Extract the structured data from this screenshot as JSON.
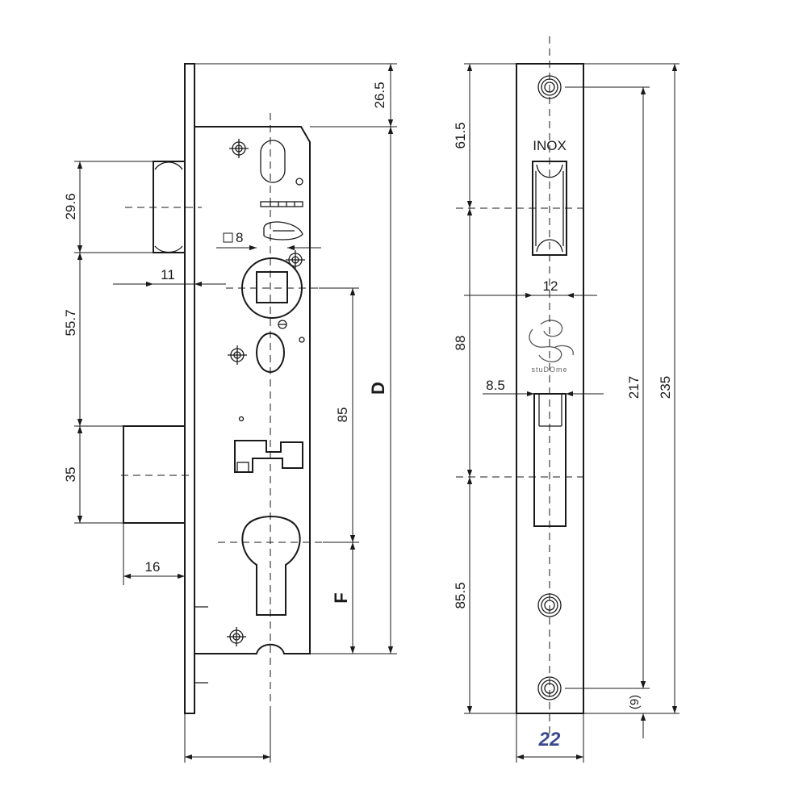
{
  "diagram": {
    "material_label": "INOX",
    "brand_text": "stuDOme",
    "accent_color": "#3b4a8c",
    "dimensions": {
      "d_26_5": "26.5",
      "d_61_5": "61.5",
      "d_29_6": "29.6",
      "d_11": "11",
      "d_sq_8": "8",
      "d_55_7": "55.7",
      "d_35": "35",
      "d_16": "16",
      "d_85": "85",
      "d_D": "D",
      "d_F": "F",
      "d_12": "12",
      "d_88": "88",
      "d_8_5": "8.5",
      "d_217": "217",
      "d_235": "235",
      "d_85_5": "85.5",
      "d_9": "(9)",
      "d_22": "22"
    }
  }
}
